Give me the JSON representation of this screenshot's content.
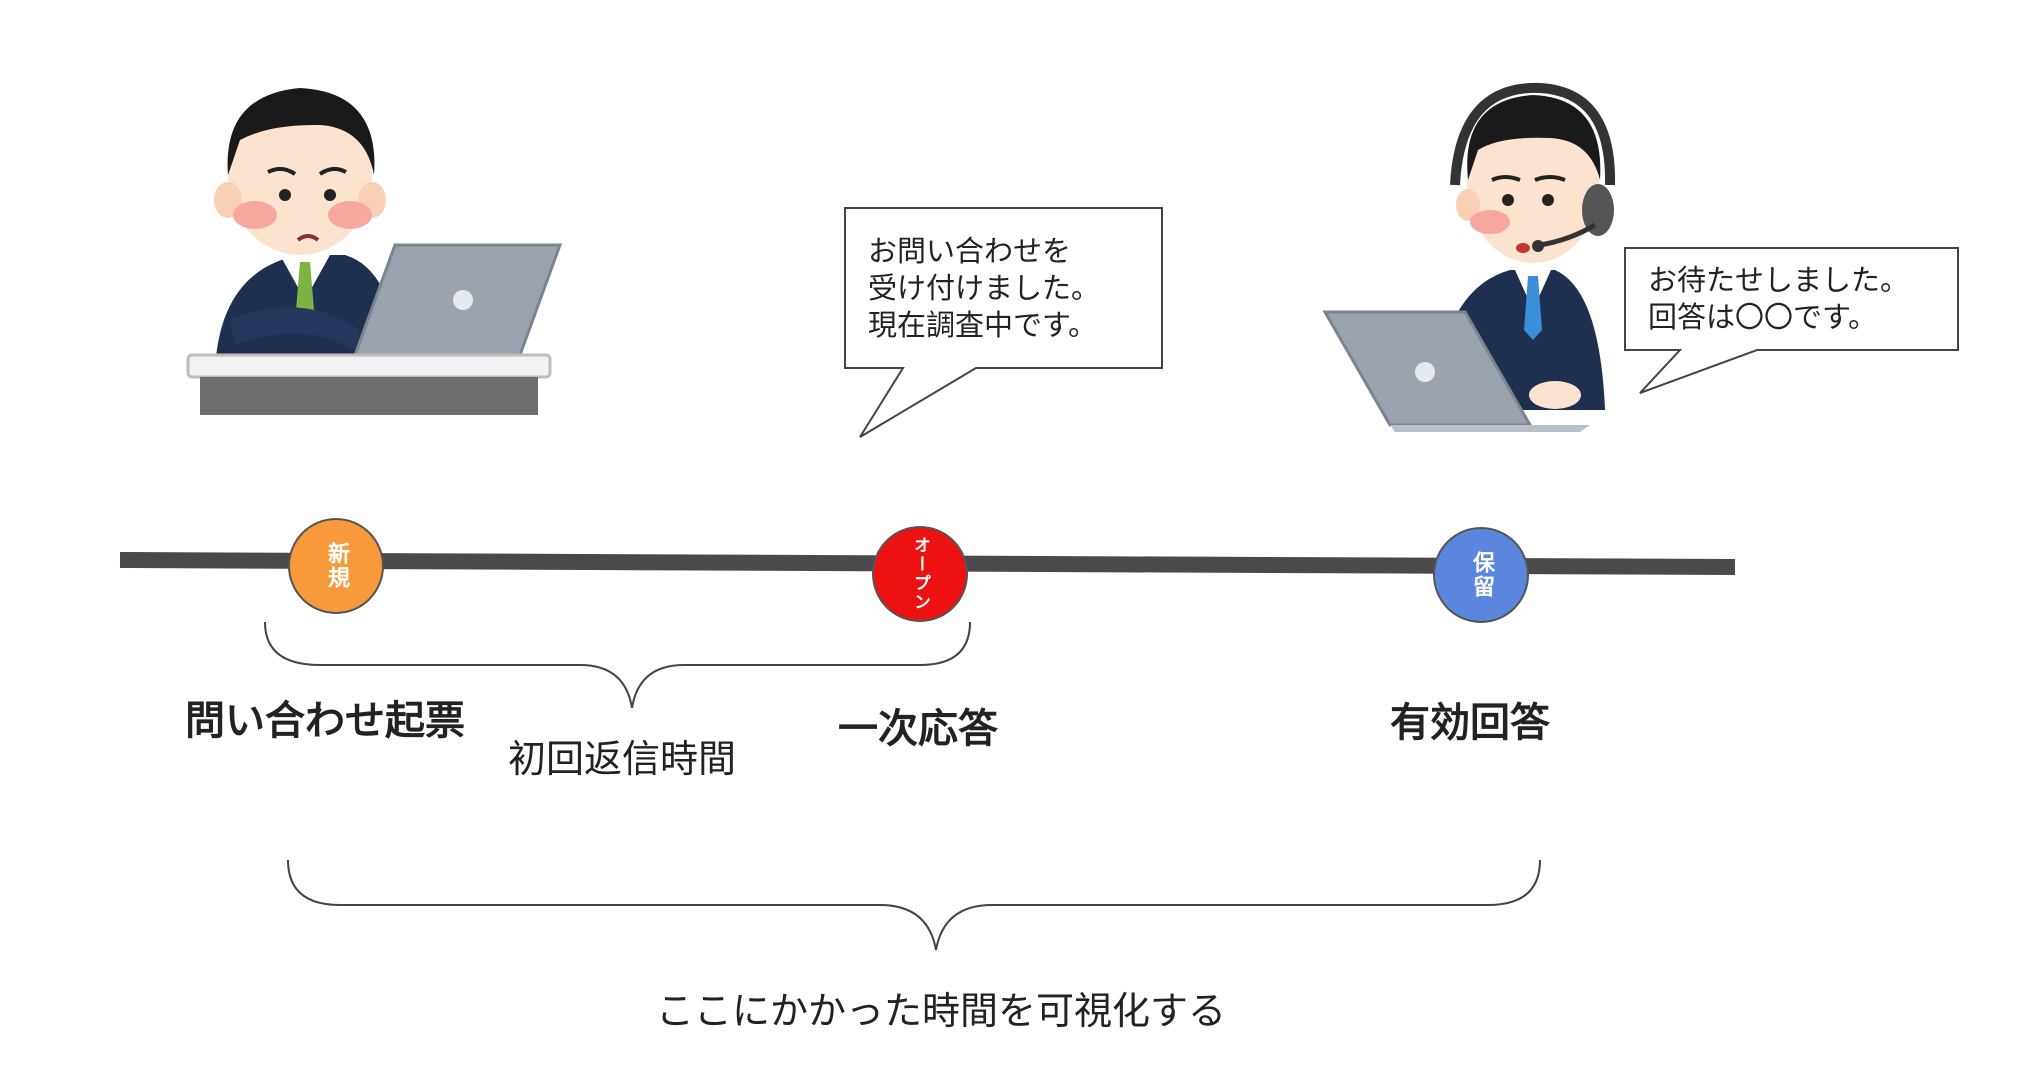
{
  "speech_bubbles": [
    {
      "text": "お問い合わせを\n受け付けました。\n現在調査中です。"
    },
    {
      "text": "お待たせしました。\n回答は〇〇です。"
    }
  ],
  "nodes": [
    {
      "label": "新規",
      "color": "#F79A3C"
    },
    {
      "label": "オープン",
      "color": "#EE1111"
    },
    {
      "label": "保留",
      "color": "#5B86DE"
    }
  ],
  "milestones": [
    {
      "label": "問い合わせ起票"
    },
    {
      "label": "一次応答"
    },
    {
      "label": "有効回答"
    }
  ],
  "spans": [
    {
      "label": "初回返信時間"
    },
    {
      "label": "ここにかかった時間を可視化する"
    }
  ],
  "colors": {
    "timeline": "#4A4A4A",
    "suit": "#1F2F4F",
    "laptop": "#9AA3AE"
  }
}
